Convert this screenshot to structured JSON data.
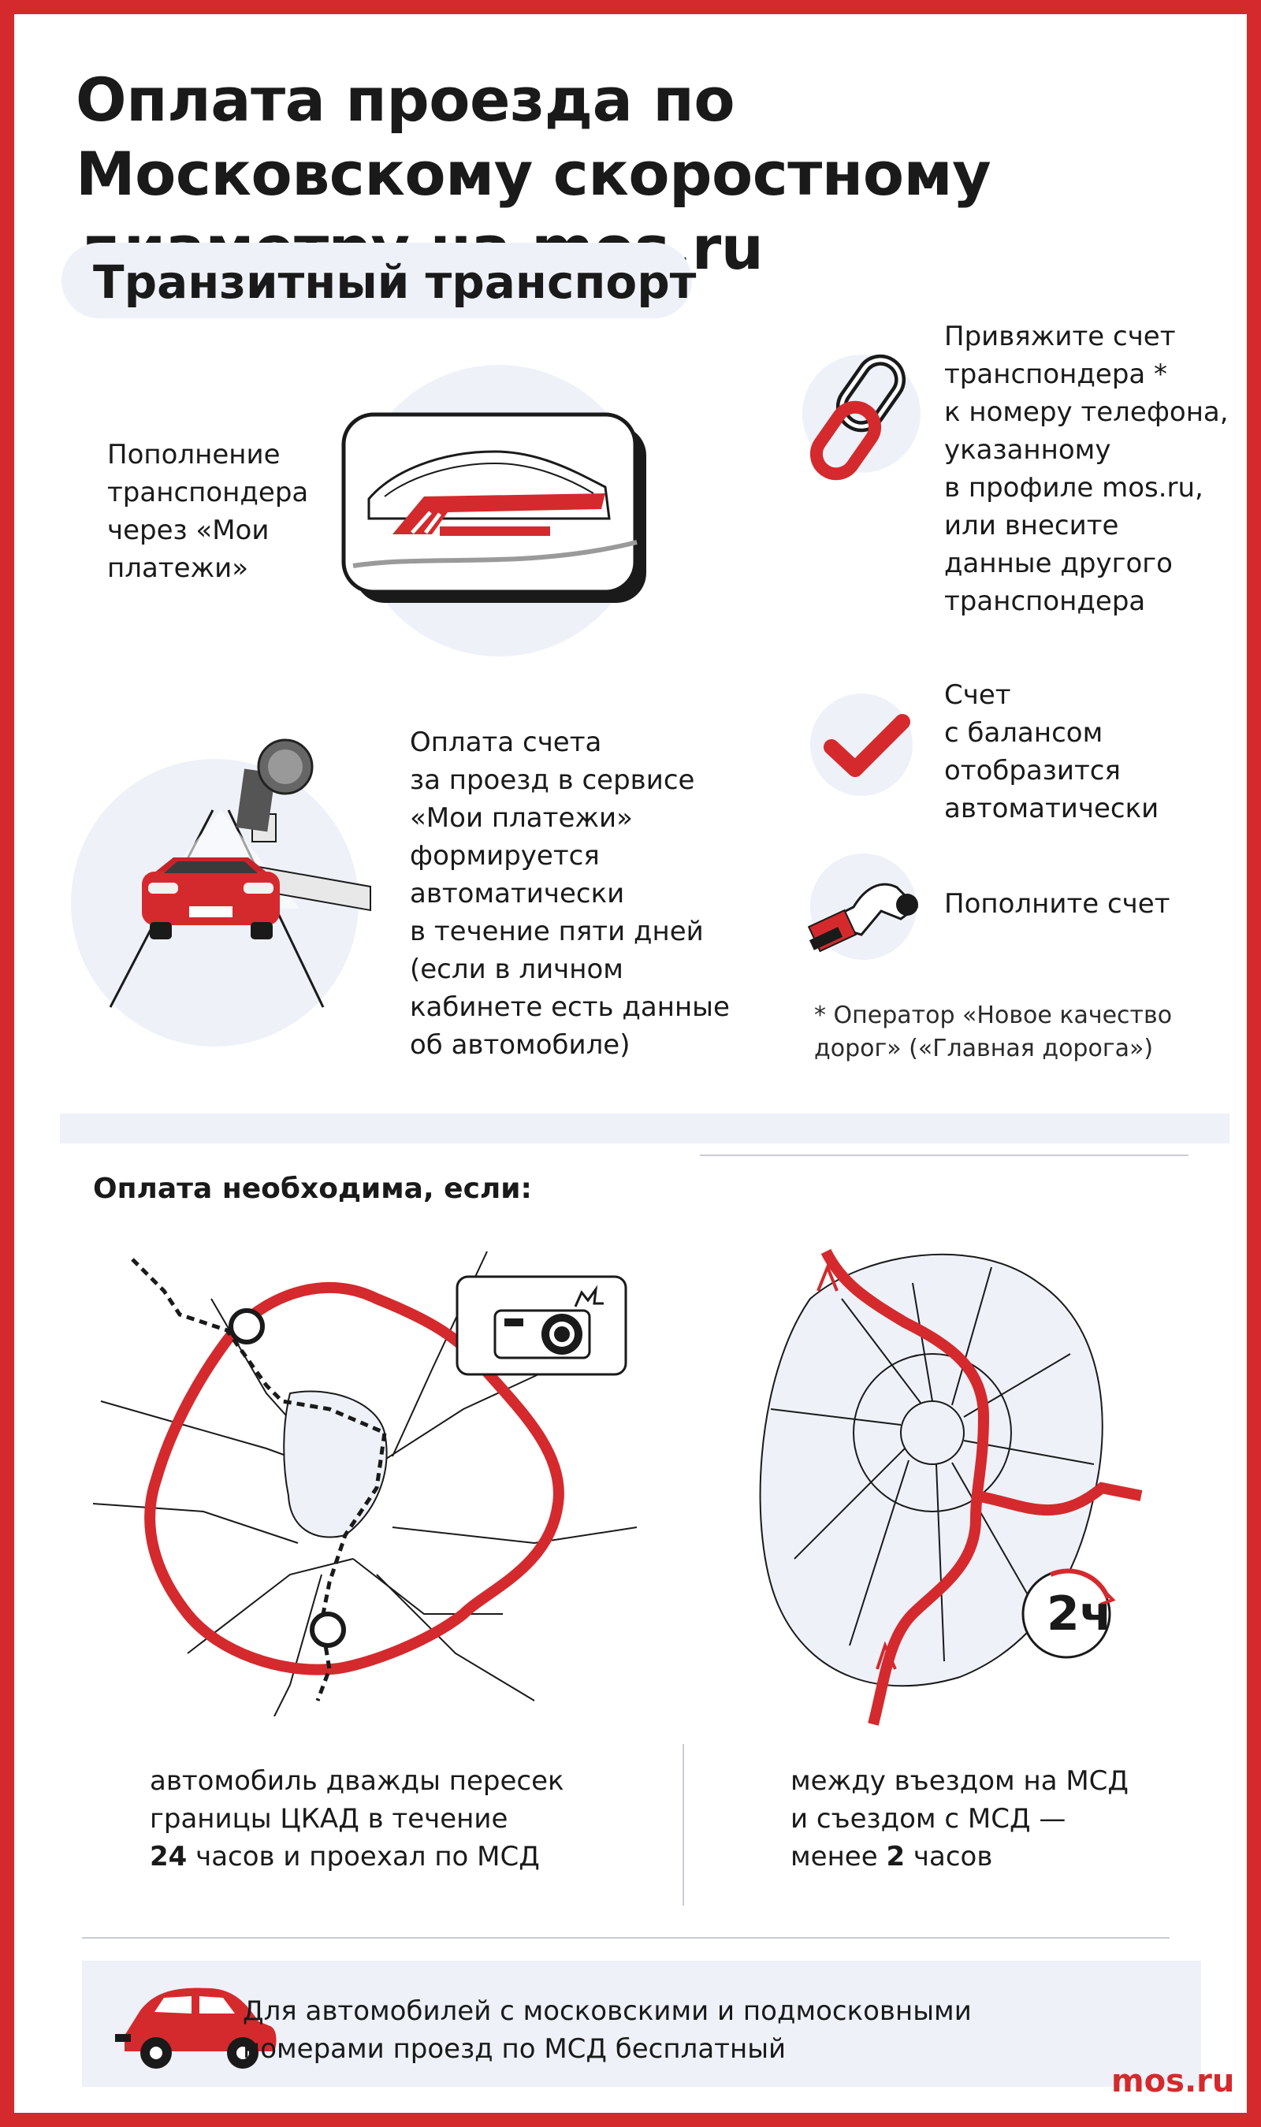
{
  "title": "Оплата проезда по Московскому скоростному диаметру на mos.ru",
  "subtitle": "Транзитный транспорт",
  "steps": {
    "topup_transponder": "Пополнение\nтранспондера\nчерез «Мои\nплатежи»",
    "link_account": "Привяжите счет\nтранспондера *\nк номеру телефона,\nуказанному\nв профиле mos.ru,\nили внесите\nданные другого\nтранспондера",
    "balance_shown": "Счет\nс балансом\nотобразится\nавтоматически",
    "auto_invoice": "Оплата счета\nза проезд в сервисе\n«Мои платежи»\nформируется\nавтоматически\nв течение пяти дней\n(если в личном\nкабинете есть данные\nоб автомобиле)",
    "topup_account": "Пополните счет",
    "footnote": "* Оператор «Новое качество\nдорог» («Главная дорога»)"
  },
  "conditions": {
    "heading": "Оплата необходима, если:",
    "left_a": "автомобиль дважды пересек\nграницы ЦКАД в течение",
    "left_hours": "24",
    "left_b": " часов и проехал по МСД",
    "right_a": "между въездом на МСД\nи съездом с МСД —\nменее ",
    "right_hours": "2",
    "right_b": " часов",
    "clock_label": "2ч"
  },
  "footer": {
    "free_note": "Для автомобилей с московскими и подмосковными\nномерами проезд по МСД бесплатный",
    "brand": "mos.ru"
  },
  "colors": {
    "accent": "#d42a2d",
    "panel": "#eef1f8",
    "text": "#1a1a1a"
  },
  "icons": [
    "transponder-icon",
    "chain-link-icon",
    "checkmark-icon",
    "camera-gantry-icon",
    "hand-coin-icon",
    "dashcam-icon",
    "clock-icon",
    "car-icon"
  ]
}
